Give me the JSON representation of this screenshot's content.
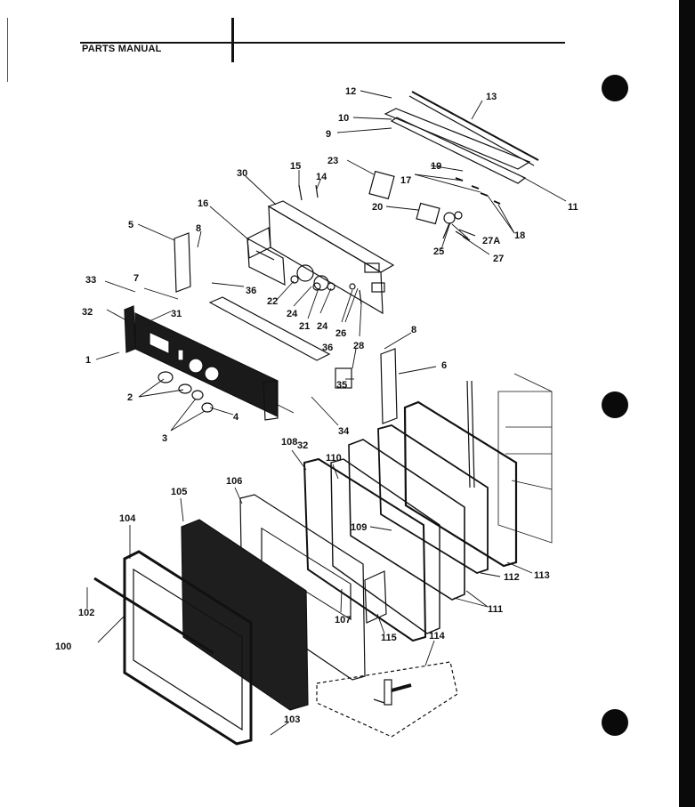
{
  "header": {
    "title": "PARTS MANUAL"
  },
  "colors": {
    "ink": "#111111",
    "panel": "#1a1a1a",
    "paper": "#ffffff"
  },
  "callouts": [
    "1",
    "2",
    "3",
    "4",
    "5",
    "6",
    "7",
    "8",
    "9",
    "10",
    "11",
    "12",
    "13",
    "14",
    "15",
    "16",
    "17",
    "18",
    "19",
    "20",
    "21",
    "22",
    "23",
    "24",
    "25",
    "26",
    "27",
    "27A",
    "28",
    "30",
    "31",
    "32",
    "33",
    "34",
    "35",
    "36",
    "100",
    "102",
    "103",
    "104",
    "105",
    "106",
    "107",
    "108",
    "109",
    "110",
    "111",
    "112",
    "113",
    "114",
    "115"
  ]
}
